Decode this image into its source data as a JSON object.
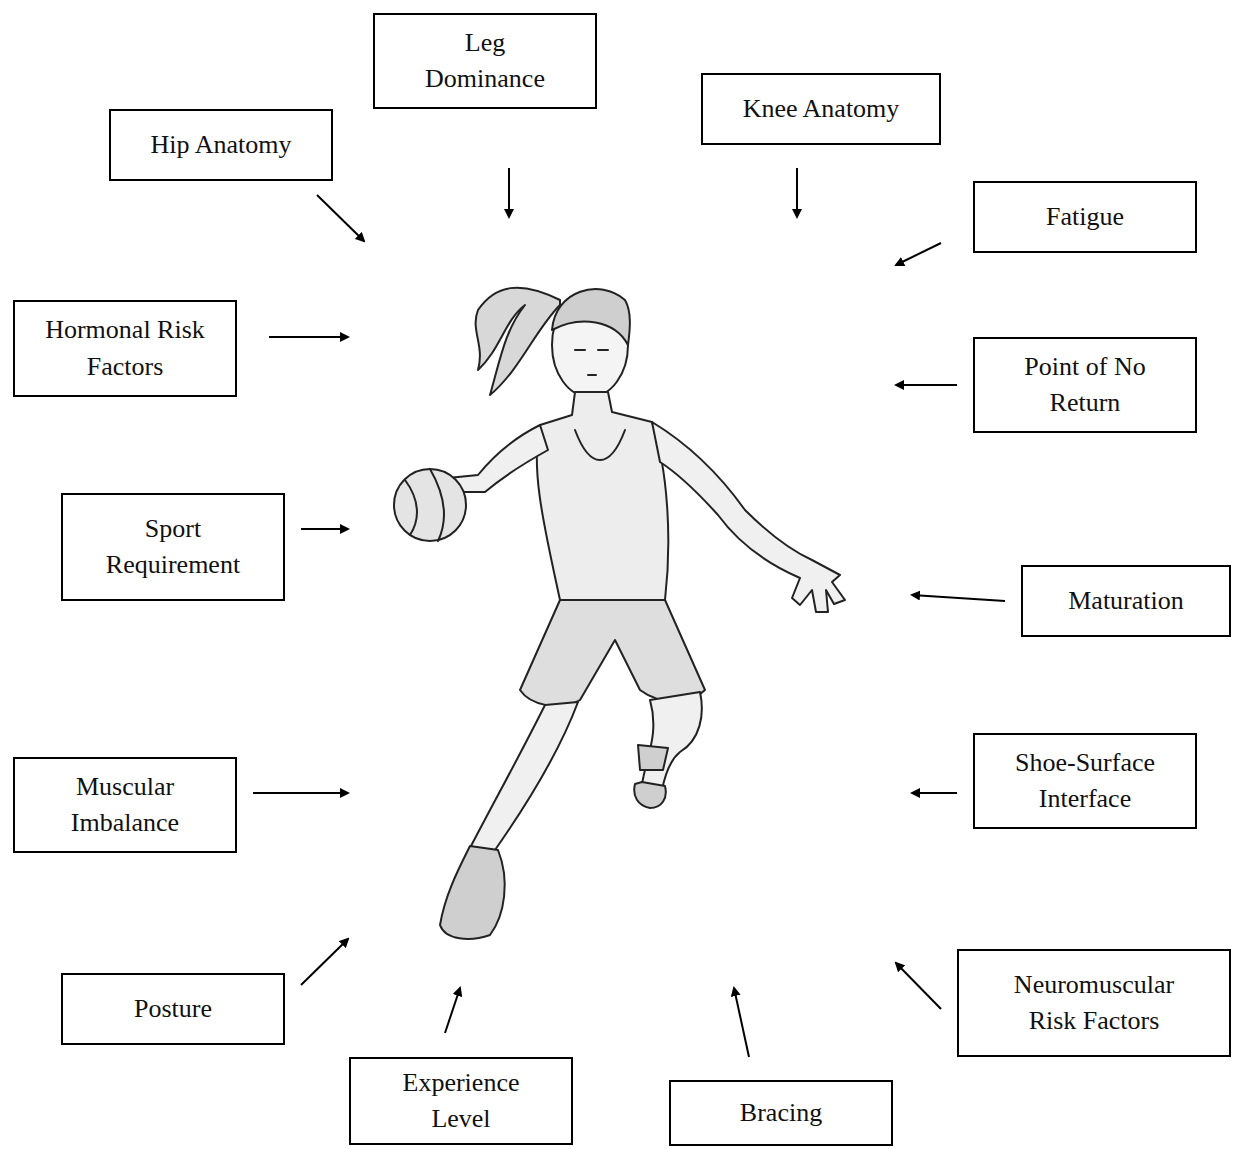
{
  "diagram": {
    "nodes": [
      {
        "text": [
          "Leg Dominance"
        ]
      },
      {
        "text": [
          "Knee Anatomy"
        ]
      },
      {
        "text": [
          "Hip Anatomy"
        ]
      },
      {
        "text": [
          "Fatigue"
        ]
      },
      {
        "text": [
          "Hormonal Risk Factors"
        ]
      },
      {
        "text": [
          "Point of No Return"
        ]
      },
      {
        "text": [
          "Sport Requirement"
        ]
      },
      {
        "text": [
          "Maturation"
        ]
      },
      {
        "text": [
          "Shoe-Surface Interface"
        ]
      },
      {
        "text": [
          "Muscular Imbalance"
        ]
      },
      {
        "text": [
          "Neuromuscular Risk Factors"
        ]
      },
      {
        "text": [
          "Posture"
        ]
      },
      {
        "text": [
          "Experience Level"
        ]
      },
      {
        "text": [
          "Bracing"
        ]
      }
    ]
  }
}
